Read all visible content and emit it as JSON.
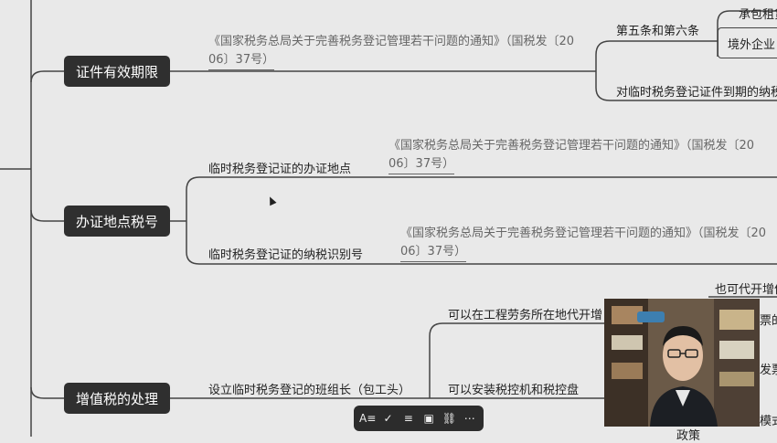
{
  "mindmap": {
    "nodes": {
      "validity": "证件有效期限",
      "location_tax_id": "办证地点税号",
      "vat_handling": "增值税的处理"
    },
    "branches": {
      "article_5_6": "第五条和第六条",
      "contract_lease": "承包租赁",
      "foreign_company": "境外企业",
      "expiry_note": "对临时税务登记证件到期的纳税",
      "issue_location": "临时税务登记证的办证地点",
      "taxpayer_id": "临时税务登记证的纳税识别号",
      "team_leader": "设立临时税务登记的班组长（包工头）",
      "proxy_invoice": "可以在工程劳务所在地代开增",
      "tax_control": "可以安装税控机和税控盘",
      "also_proxy": "也可代开增值",
      "invoice_partial": "票的",
      "issue_partial": "发票",
      "mode_partial": "模式",
      "policy_partial": "政策"
    },
    "reference": {
      "line1": "《国家税务总局关于完善税务登记管理若干问题的通知》（国税发〔20",
      "line2": "06〕37号）"
    }
  },
  "toolbar": {
    "icons": [
      "text-format-icon",
      "check-circle-icon",
      "list-icon",
      "image-icon",
      "link-icon",
      "more-icon"
    ],
    "glyphs": [
      "A≡",
      "✓",
      "≡",
      "▣",
      "⛓",
      "⋯"
    ]
  },
  "colors": {
    "background": "#e9e9e9",
    "node_fill": "#2f2f2f",
    "line": "#444444"
  }
}
